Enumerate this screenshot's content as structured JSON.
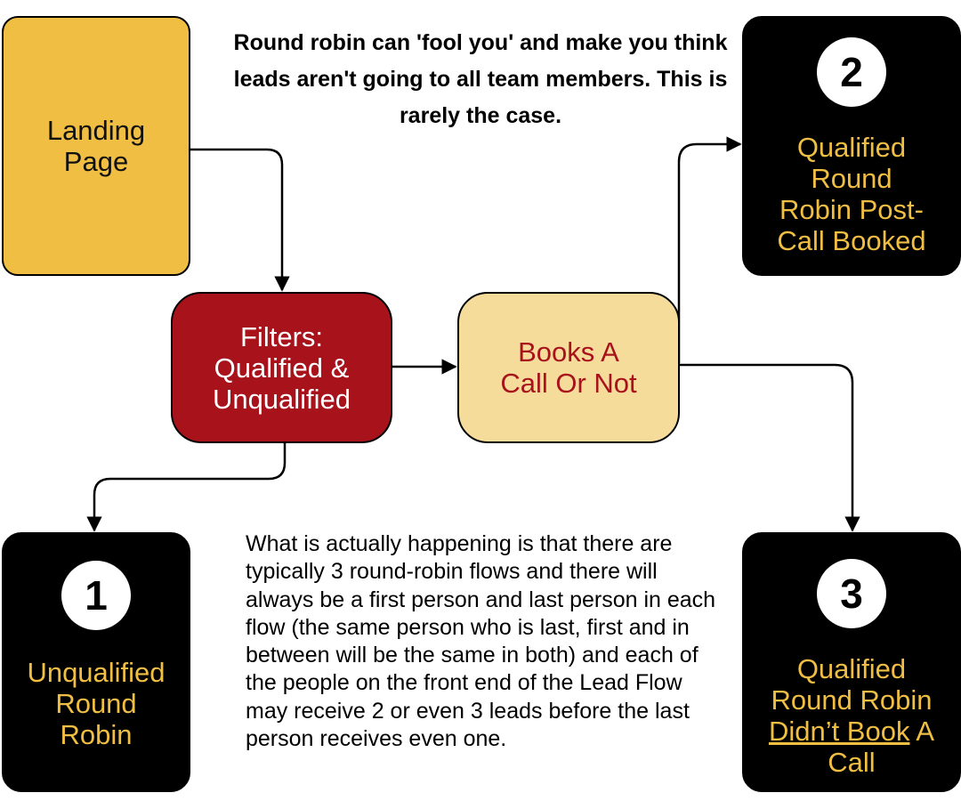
{
  "nodes": {
    "landing": {
      "label": "Landing Page"
    },
    "filters": {
      "label": "Filters: Qualified & Unqualified"
    },
    "books": {
      "label": "Books A Call Or Not"
    },
    "outcome1": {
      "number": "1",
      "label": "Unqualified Round Robin"
    },
    "outcome2": {
      "number": "2",
      "label": "Qualified Round Robin Post-Call Booked"
    },
    "outcome3": {
      "number": "3",
      "label_pre": "Qualified Round Robin ",
      "label_underlined": "Didn’t Book",
      "label_post": " A Call"
    }
  },
  "notes": {
    "top": "Round robin can 'fool you' and make you think leads aren't going to all team members. This is rarely the case.",
    "bottom": "What is actually happening is that there are typically 3 round-robin flows and there will always be a first person and last person in each flow (the same person who is last, first and in between will be the same in both) and each of the people on the front end of the Lead Flow may receive 2 or even 3 leads before the last person receives even one."
  },
  "colors": {
    "gold": "#efbe42",
    "crimson": "#a8121b",
    "cream": "#f5dc9b",
    "black": "#000000",
    "white": "#ffffff"
  }
}
